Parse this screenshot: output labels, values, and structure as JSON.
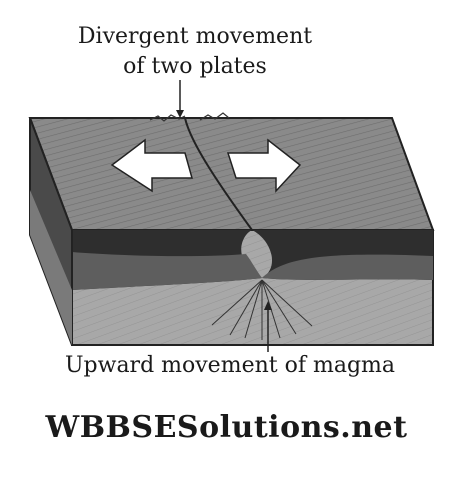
{
  "labels": {
    "top_line1": "Divergent movement",
    "top_line2": "of two plates",
    "bottom": "Upward movement of magma"
  },
  "footer": {
    "text": "WBBSESolutions.net"
  },
  "icons": {
    "left_arrow": "left-arrow-icon",
    "right_arrow": "right-arrow-icon",
    "pointer_arrow": "pointer-arrow-icon"
  },
  "colors": {
    "plate_top": "#8a8a8a",
    "crust_dark": "#2e2e2e",
    "crust_mid": "#5e5e5e",
    "mantle": "#a8a8a8",
    "side_face": "#4a4a4a",
    "arrow_fill": "#ffffff"
  }
}
